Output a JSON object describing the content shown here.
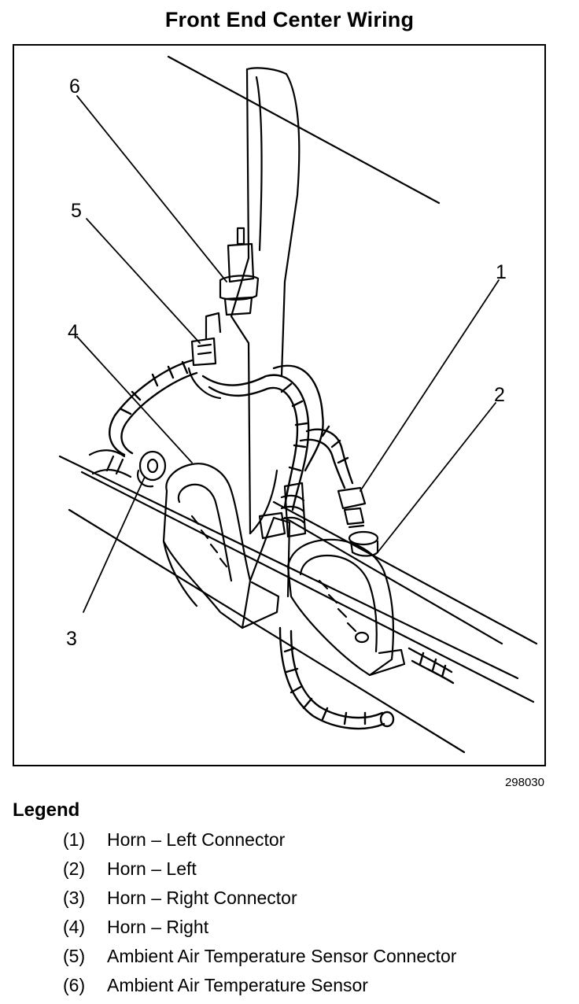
{
  "title": "Front End Center Wiring",
  "figure_number": "298030",
  "callouts": [
    "1",
    "2",
    "3",
    "4",
    "5",
    "6"
  ],
  "legend": {
    "heading": "Legend",
    "items": [
      {
        "num": "(1)",
        "label": "Horn – Left Connector"
      },
      {
        "num": "(2)",
        "label": "Horn – Left"
      },
      {
        "num": "(3)",
        "label": "Horn – Right Connector"
      },
      {
        "num": "(4)",
        "label": "Horn – Right"
      },
      {
        "num": "(5)",
        "label": "Ambient Air Temperature Sensor Connector"
      },
      {
        "num": "(6)",
        "label": "Ambient Air Temperature Sensor"
      }
    ]
  }
}
